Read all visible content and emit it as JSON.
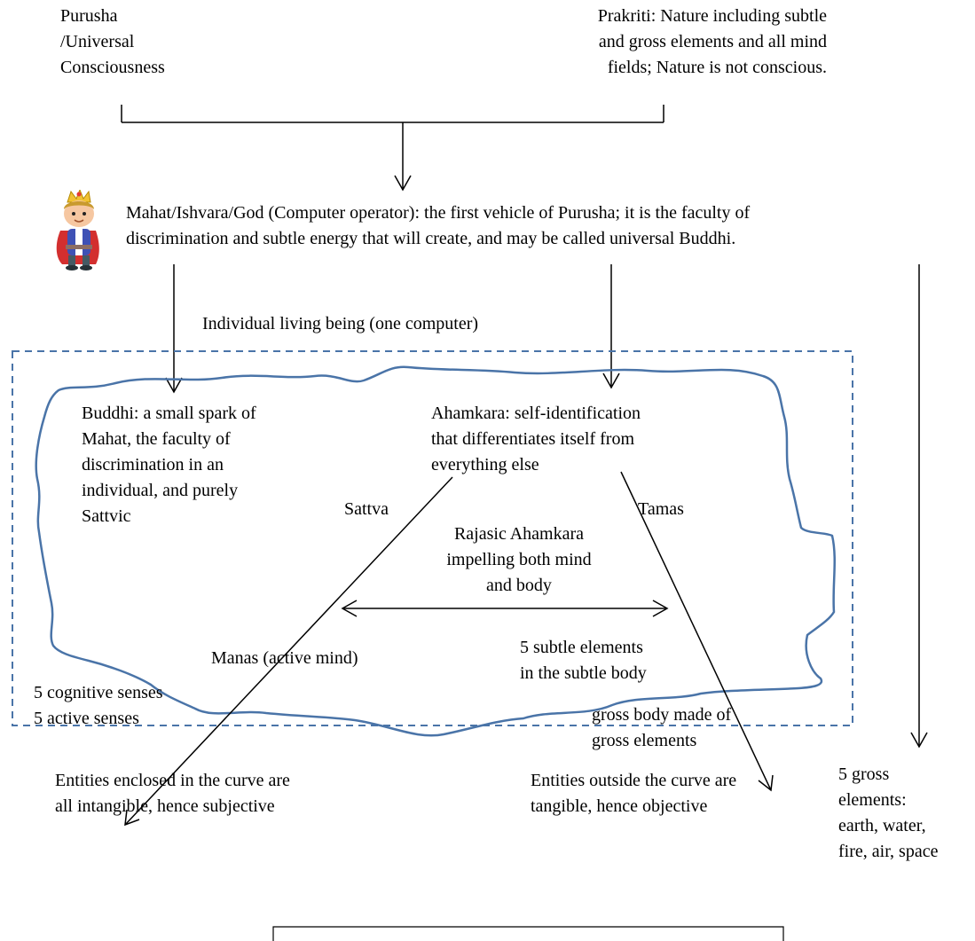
{
  "nodes": {
    "purusha": "Purusha\n/Universal\nConsciousness",
    "prakriti": "Prakriti: Nature including subtle\nand gross elements and all mind\nfields; Nature is not conscious.",
    "mahat": "Mahat/Ishvara/God (Computer operator): the first vehicle of Purusha; it is the faculty of\ndiscrimination and subtle energy that will create, and may be called universal Buddhi.",
    "individual_label": "Individual living being (one computer)",
    "buddhi": "Buddhi: a small spark of\nMahat, the faculty of\ndiscrimination in an\nindividual, and purely\nSattvic",
    "ahamkara": "Ahamkara: self-identification\nthat differentiates itself from\neverything else",
    "sattva": "Sattva",
    "tamas": "Tamas",
    "rajasic": "Rajasic Ahamkara\nimpelling both mind\nand body",
    "manas": "Manas (active mind)",
    "subtle_elements": "5 subtle elements\nin the subtle body",
    "senses": "5 cognitive senses\n5 active senses",
    "gross_body": "gross body made of\ngross elements",
    "intangible": "Entities enclosed in the curve are\nall intangible, hence subjective",
    "tangible": "Entities outside the curve are\ntangible, hence objective",
    "gross_elements": "5 gross\nelements:\nearth, water,\nfire, air, space"
  },
  "colors": {
    "curve": "#4a74a8",
    "dashed_box": "#4a74a8",
    "arrows": "#000000"
  },
  "icons": {
    "mahat_figure": "king-figure-icon"
  }
}
